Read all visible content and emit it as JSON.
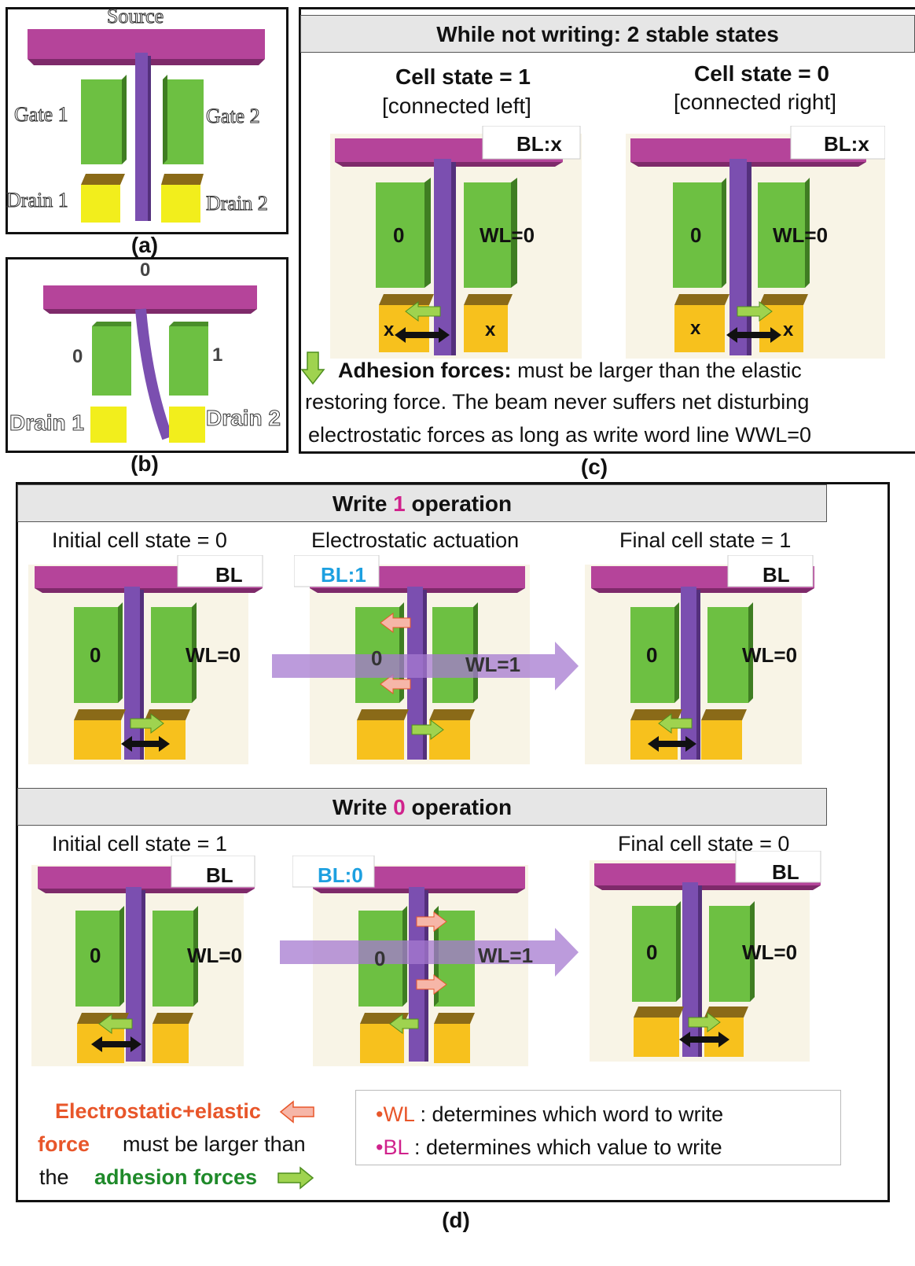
{
  "panel_a": {
    "source": "Source",
    "gate1": "Gate 1",
    "gate2": "Gate 2",
    "drain1": "Drain 1",
    "drain2": "Drain 2",
    "caption": "(a)"
  },
  "panel_b": {
    "top_value": "0",
    "gate1_value": "0",
    "gate2_value": "1",
    "drain1": "Drain 1",
    "drain2": "Drain 2",
    "caption": "(b)"
  },
  "panel_c": {
    "header": "While not writing: 2 stable states",
    "state1_title": "Cell state = 1",
    "state1_sub": "[connected left]",
    "state0_title": "Cell state = 0",
    "state0_sub": "[connected right]",
    "bl_label": "BL:x",
    "gate_left_value": "0",
    "wl_label": "WL=0",
    "drain_value": "x",
    "adhesion_title": "Adhesion forces:",
    "adhesion_line1": "must be larger than the elastic",
    "adhesion_line2": "restoring force. The beam never suffers net disturbing",
    "adhesion_line3": "electrostatic forces as long as write word line WWL=0",
    "caption": "(c)"
  },
  "panel_d": {
    "write1_prefix": "Write ",
    "write1_digit": "1",
    "write1_suffix": " operation",
    "write0_prefix": "Write ",
    "write0_digit": "0",
    "write0_suffix": " operation",
    "w1_initial": "Initial cell state = 0",
    "w1_actuation": "Electrostatic actuation",
    "w1_final": "Final cell state = 1",
    "w0_initial": "Initial cell state = 1",
    "w0_final": "Final cell state = 0",
    "bl": "BL",
    "bl_one": "BL:1",
    "bl_zero": "BL:0",
    "gate_value": "0",
    "wl0": "WL=0",
    "wl1": "WL=1",
    "legend_line1a": "Electrostatic+elastic",
    "legend_line2a": "force",
    "legend_line2b": "must be larger than",
    "legend_line3a": "the",
    "legend_line3b": "adhesion forces",
    "wl_bullet": "•WL",
    "wl_desc": ": determines which word to write",
    "bl_bullet": "•BL",
    "bl_desc": ": determines which value to write",
    "caption": "(d)"
  },
  "colors": {
    "source_bar": "#b5449a",
    "beam": "#7b4fb0",
    "gate": "#6dc042",
    "drain_yellow": "#f2ee1c",
    "drain_gold": "#f7c11d",
    "adhesion_arrow": "#9fd34f",
    "electrostatic_arrow": "#f6b6a8",
    "actuation_arrow": "#a67ad0"
  }
}
